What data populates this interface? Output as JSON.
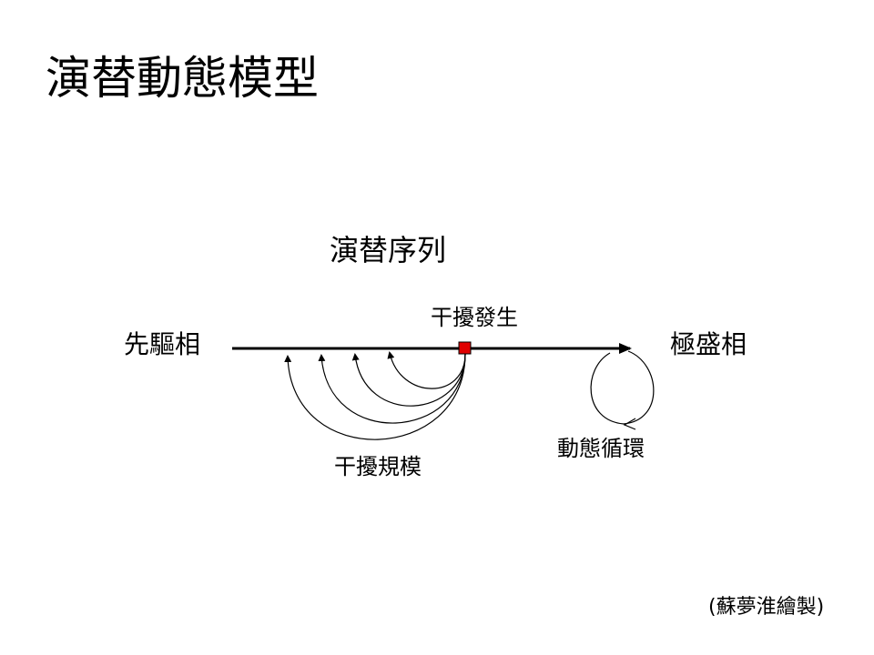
{
  "title": "演替動態模型",
  "diagram": {
    "sequence_label": "演替序列",
    "pioneer_label": "先驅相",
    "climax_label": "極盛相",
    "disturbance_label": "干擾發生",
    "disturbance_scale_label": "干擾規模",
    "dynamic_cycle_label": "動態循環",
    "marker_color": "#e00000"
  },
  "credit": "(蘇夢淮繪製)"
}
